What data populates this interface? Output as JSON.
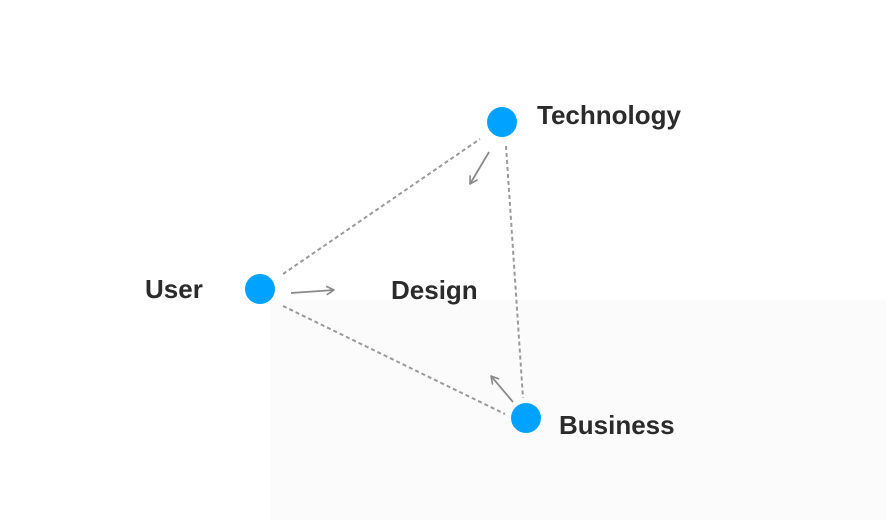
{
  "diagram": {
    "center_label": "Design",
    "node_color": "#00a2ff",
    "edge_color": "#9a9a9a",
    "nodes": [
      {
        "id": "technology",
        "label": "Technology",
        "icon": "circle-node"
      },
      {
        "id": "user",
        "label": "User",
        "icon": "circle-node"
      },
      {
        "id": "business",
        "label": "Business",
        "icon": "circle-node"
      }
    ],
    "edges": [
      {
        "from": "user",
        "to": "technology",
        "style": "dashed"
      },
      {
        "from": "technology",
        "to": "business",
        "style": "dashed"
      },
      {
        "from": "user",
        "to": "business",
        "style": "dashed"
      }
    ],
    "arrows": [
      {
        "from": "technology",
        "toward": "design"
      },
      {
        "from": "user",
        "toward": "design"
      },
      {
        "from": "business",
        "toward": "design"
      }
    ]
  }
}
